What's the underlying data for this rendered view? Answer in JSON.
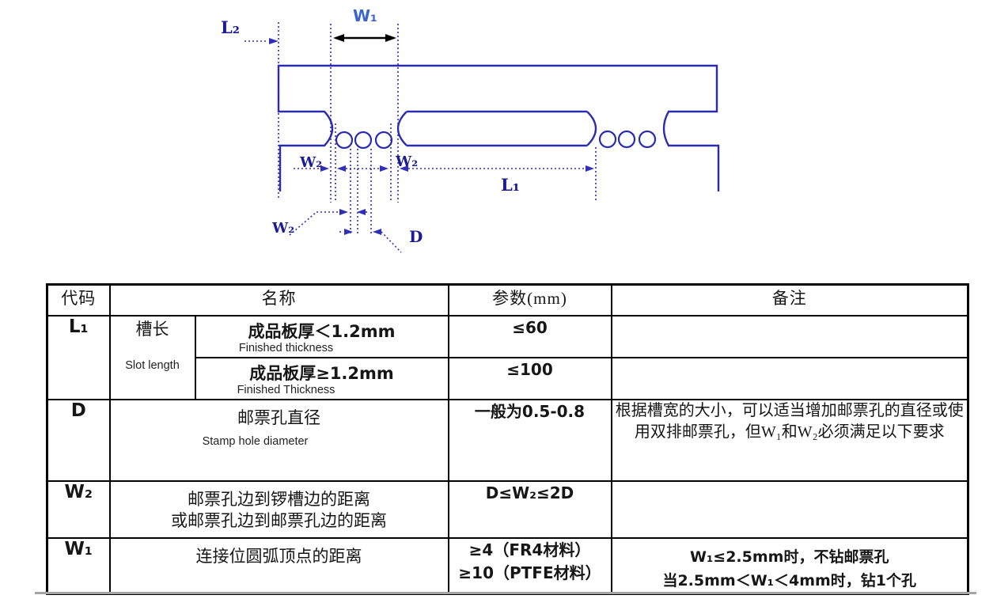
{
  "diagram": {
    "labels": {
      "l2": "L₂",
      "w1": "W₁",
      "w2": "W₂",
      "l1": "L₁",
      "d": "D"
    },
    "colors": {
      "line_blue": "#2b2bb0",
      "label_navy": "#1b1b96",
      "label_bright_blue": "#3a64d0",
      "arrow_black": "#000000"
    }
  },
  "table": {
    "headers": [
      "代码",
      "名称",
      "参数(mm)",
      "备注"
    ],
    "rows": {
      "l1": {
        "code": "L₁",
        "group_name": "槽长",
        "group_name_en": "Slot length",
        "sub1": {
          "name": "成品板厚＜1.2mm",
          "name_en": "Finished thickness",
          "param": "≤60",
          "remark": ""
        },
        "sub2": {
          "name": "成品板厚≥1.2mm",
          "name_en": "Finished Thickness",
          "param": "≤100",
          "remark": ""
        }
      },
      "d": {
        "code": "D",
        "name": "邮票孔直径",
        "name_en": "Stamp hole diameter",
        "param": "一般为0.5-0.8",
        "remark": "根据槽宽的大小，可以适当增加邮票孔的直径或使用双排邮票孔，但W₁和W₂必须满足以下要求"
      },
      "w2": {
        "code": "W₂",
        "name": "邮票孔边到锣槽边的距离\n或邮票孔边到邮票孔边的距离",
        "param": "D≤W₂≤2D",
        "remark": ""
      },
      "w1": {
        "code": "W₁",
        "name": "连接位圆弧顶点的距离",
        "param": "≥4（FR4材料）\n≥10（PTFE材料）",
        "remark": "W₁≤2.5mm时，不钻邮票孔\n当2.5mm＜W₁＜4mm时，钻1个孔"
      }
    }
  }
}
